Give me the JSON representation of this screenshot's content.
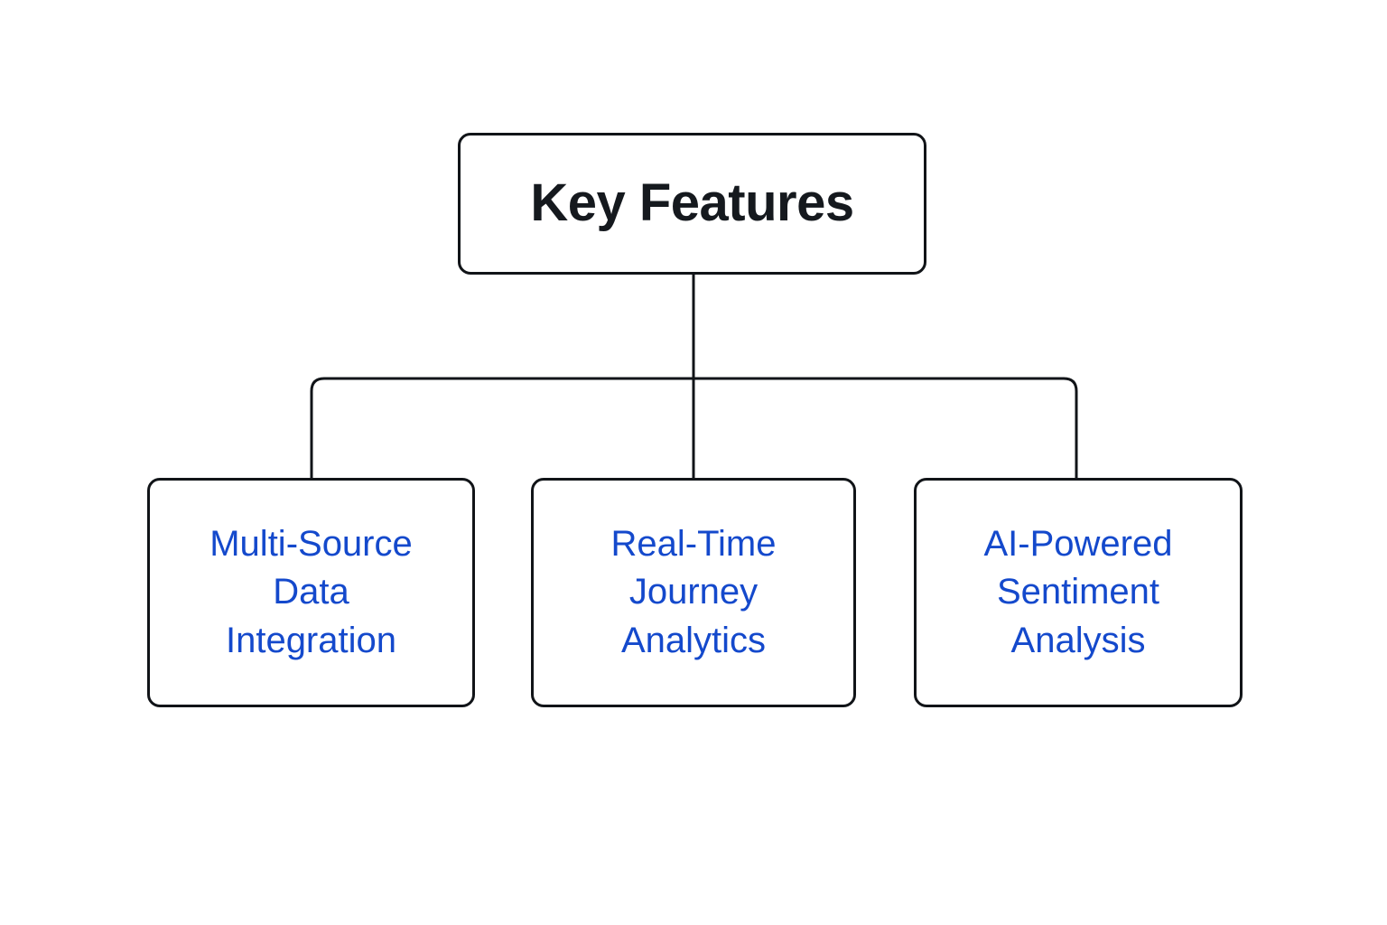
{
  "diagram": {
    "title": "Key Features",
    "type": "hierarchy-tree",
    "background_color": "#ffffff",
    "root": {
      "label": "Key Features",
      "text_color": "#15191e",
      "border_color": "#111418",
      "fill_color": "#ffffff"
    },
    "children": [
      {
        "label": "Multi-Source\nData\nIntegration",
        "lines": [
          "Multi-Source",
          "Data",
          "Integration"
        ],
        "text_color": "#1449cc",
        "border_color": "#111418",
        "fill_color": "#ffffff"
      },
      {
        "label": "Real-Time\nJourney\nAnalytics",
        "lines": [
          "Real-Time",
          "Journey",
          "Analytics"
        ],
        "text_color": "#1449cc",
        "border_color": "#111418",
        "fill_color": "#ffffff"
      },
      {
        "label": "AI-Powered\nSentiment\nAnalysis",
        "lines": [
          "AI-Powered",
          "Sentiment",
          "Analysis"
        ],
        "text_color": "#1449cc",
        "border_color": "#111418",
        "fill_color": "#ffffff"
      }
    ],
    "connectors": {
      "line_color": "#111418",
      "line_width": 3
    }
  }
}
